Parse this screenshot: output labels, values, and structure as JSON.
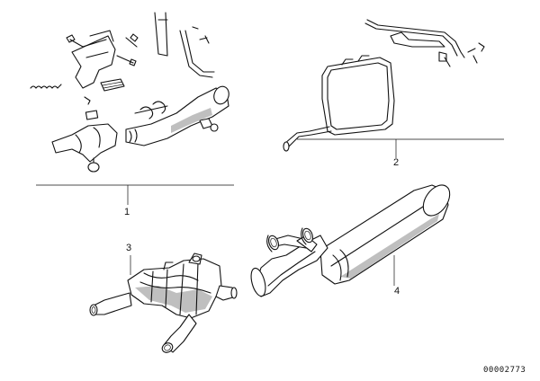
{
  "callouts": {
    "c1": "1",
    "c2": "2",
    "c3": "3",
    "c4": "4"
  },
  "document_number": "00002773"
}
